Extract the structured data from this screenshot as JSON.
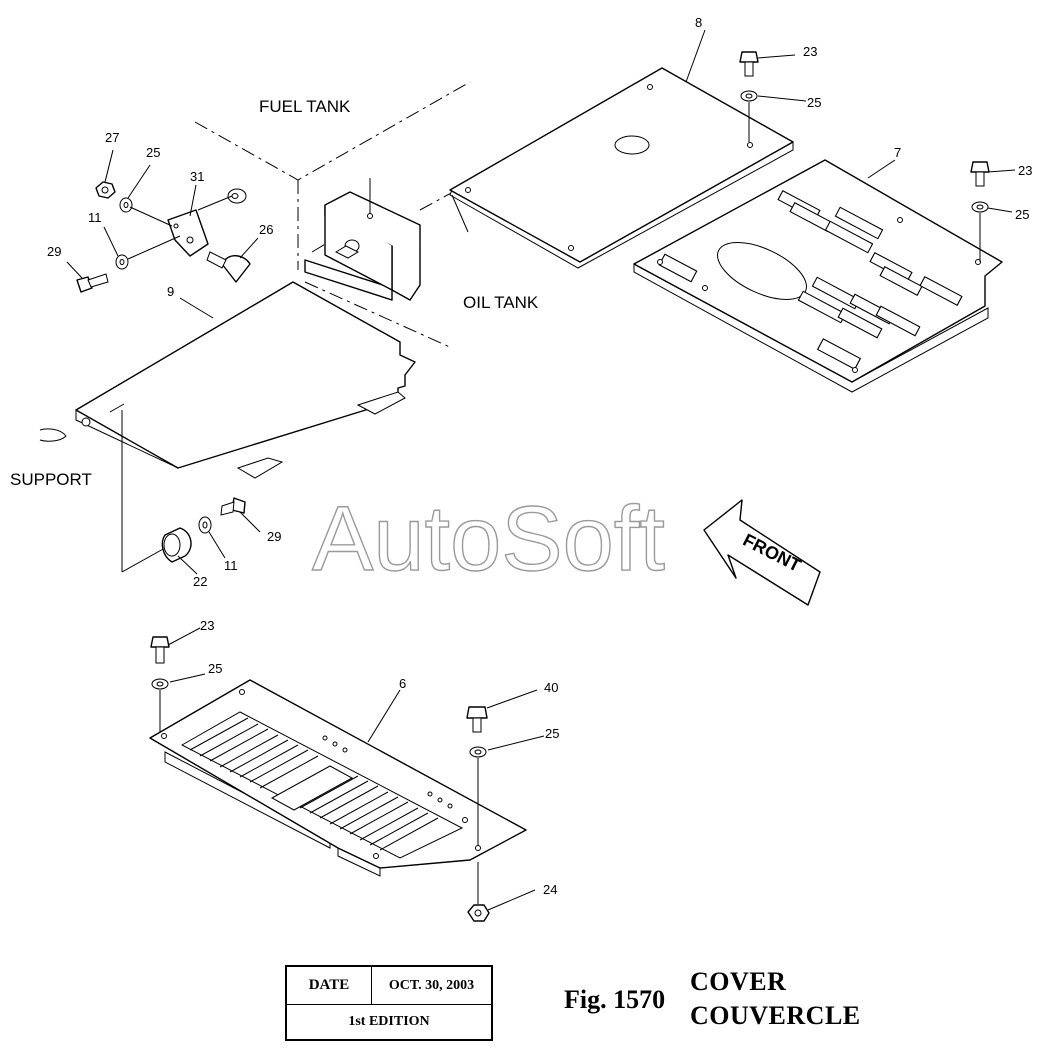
{
  "labels": {
    "fuel_tank": "FUEL TANK",
    "oil_tank": "OIL TANK",
    "support": "SUPPORT",
    "front": "FRONT"
  },
  "callouts": {
    "c6": "6",
    "c7": "7",
    "c8": "8",
    "c9": "9",
    "c11a": "11",
    "c11b": "11",
    "c22": "22",
    "c23a": "23",
    "c23b": "23",
    "c23c": "23",
    "c24": "24",
    "c25a": "25",
    "c25b": "25",
    "c25c": "25",
    "c25d": "25",
    "c25e": "25",
    "c26": "26",
    "c27": "27",
    "c29a": "29",
    "c29b": "29",
    "c31": "31",
    "c40": "40"
  },
  "watermark": "AutoSoft",
  "title_block": {
    "date_label": "DATE",
    "date_value": "OCT. 30, 2003",
    "edition": "1st EDITION"
  },
  "figure": {
    "number": "Fig. 1570",
    "title_en": "COVER",
    "title_fr": "COUVERCLE"
  }
}
